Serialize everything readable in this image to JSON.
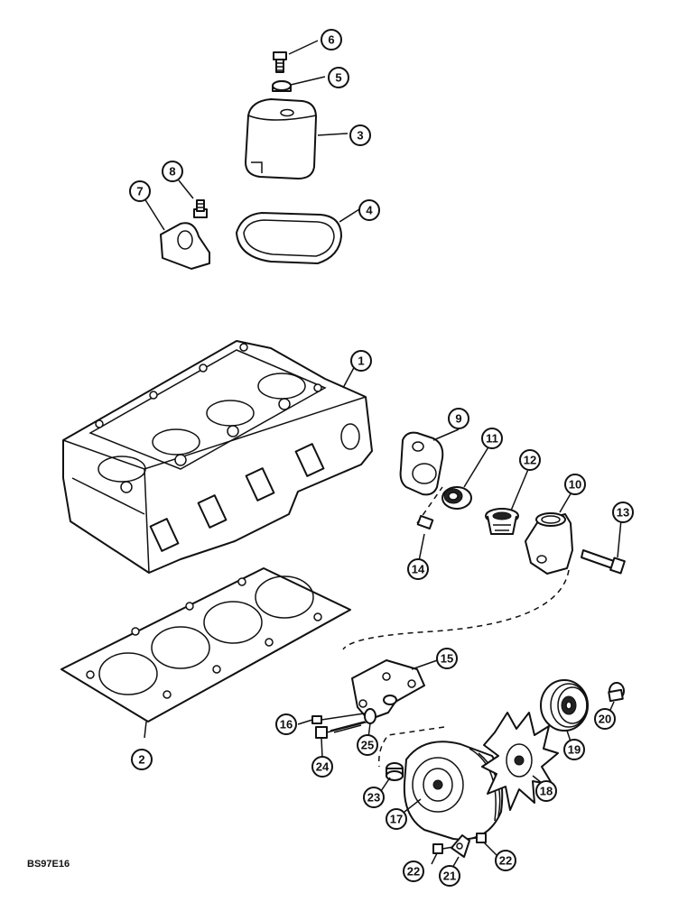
{
  "drawing": {
    "reference_code": "BS97E16"
  },
  "callouts": [
    {
      "id": "c1",
      "label": "1"
    },
    {
      "id": "c2",
      "label": "2"
    },
    {
      "id": "c3",
      "label": "3"
    },
    {
      "id": "c4",
      "label": "4"
    },
    {
      "id": "c5",
      "label": "5"
    },
    {
      "id": "c6",
      "label": "6"
    },
    {
      "id": "c7",
      "label": "7"
    },
    {
      "id": "c8",
      "label": "8"
    },
    {
      "id": "c9",
      "label": "9"
    },
    {
      "id": "c10",
      "label": "10"
    },
    {
      "id": "c11",
      "label": "11"
    },
    {
      "id": "c12",
      "label": "12"
    },
    {
      "id": "c13",
      "label": "13"
    },
    {
      "id": "c14",
      "label": "14"
    },
    {
      "id": "c15",
      "label": "15"
    },
    {
      "id": "c16",
      "label": "16"
    },
    {
      "id": "c17",
      "label": "17"
    },
    {
      "id": "c18",
      "label": "18"
    },
    {
      "id": "c19",
      "label": "19"
    },
    {
      "id": "c20",
      "label": "20"
    },
    {
      "id": "c21",
      "label": "21"
    },
    {
      "id": "c22a",
      "label": "22"
    },
    {
      "id": "c22b",
      "label": "22"
    },
    {
      "id": "c23",
      "label": "23"
    },
    {
      "id": "c24",
      "label": "24"
    },
    {
      "id": "c25",
      "label": "25"
    }
  ]
}
